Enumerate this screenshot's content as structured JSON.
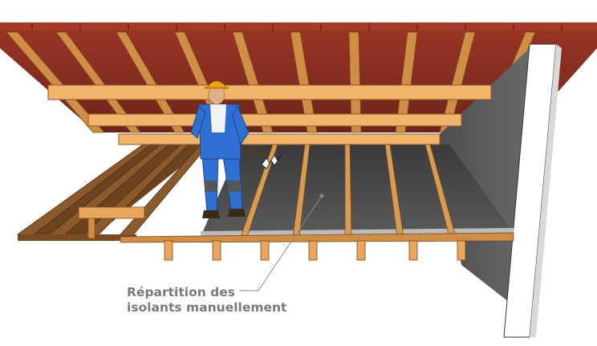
{
  "callout": {
    "line1": "Répartition des",
    "line2": "isolants manuellement"
  },
  "colors": {
    "roof_tile": "#8a2f22",
    "timber": "#e8a75c",
    "dark_timber": "#7a4a22",
    "insulation": "#4a4a4a",
    "wall": "#5a5a5a",
    "worker_suit": "#2f6fd1",
    "helmet": "#f0a21a",
    "label_text": "#7a7a7a"
  },
  "icons": [
    "worker-figure",
    "insulation-spray",
    "leader-line"
  ]
}
